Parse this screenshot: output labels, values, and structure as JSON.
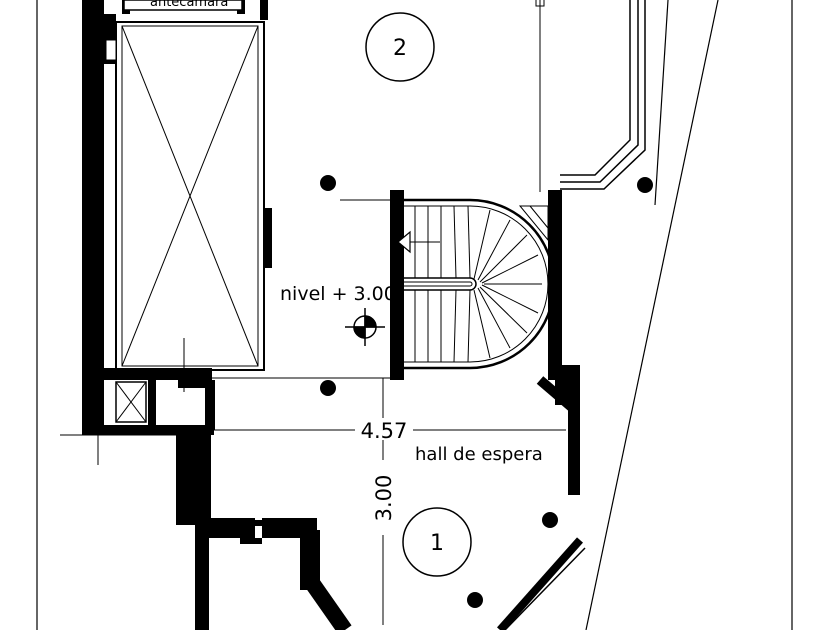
{
  "labels": {
    "antecamara": "antecamara",
    "level": "nivel + 3.00",
    "hall": "hall de espera",
    "dim_width": "4.57",
    "dim_height": "3.00",
    "room_1": "1",
    "room_2": "2"
  },
  "colors": {
    "wall": "#000000",
    "line": "#000000",
    "background": "#ffffff"
  }
}
